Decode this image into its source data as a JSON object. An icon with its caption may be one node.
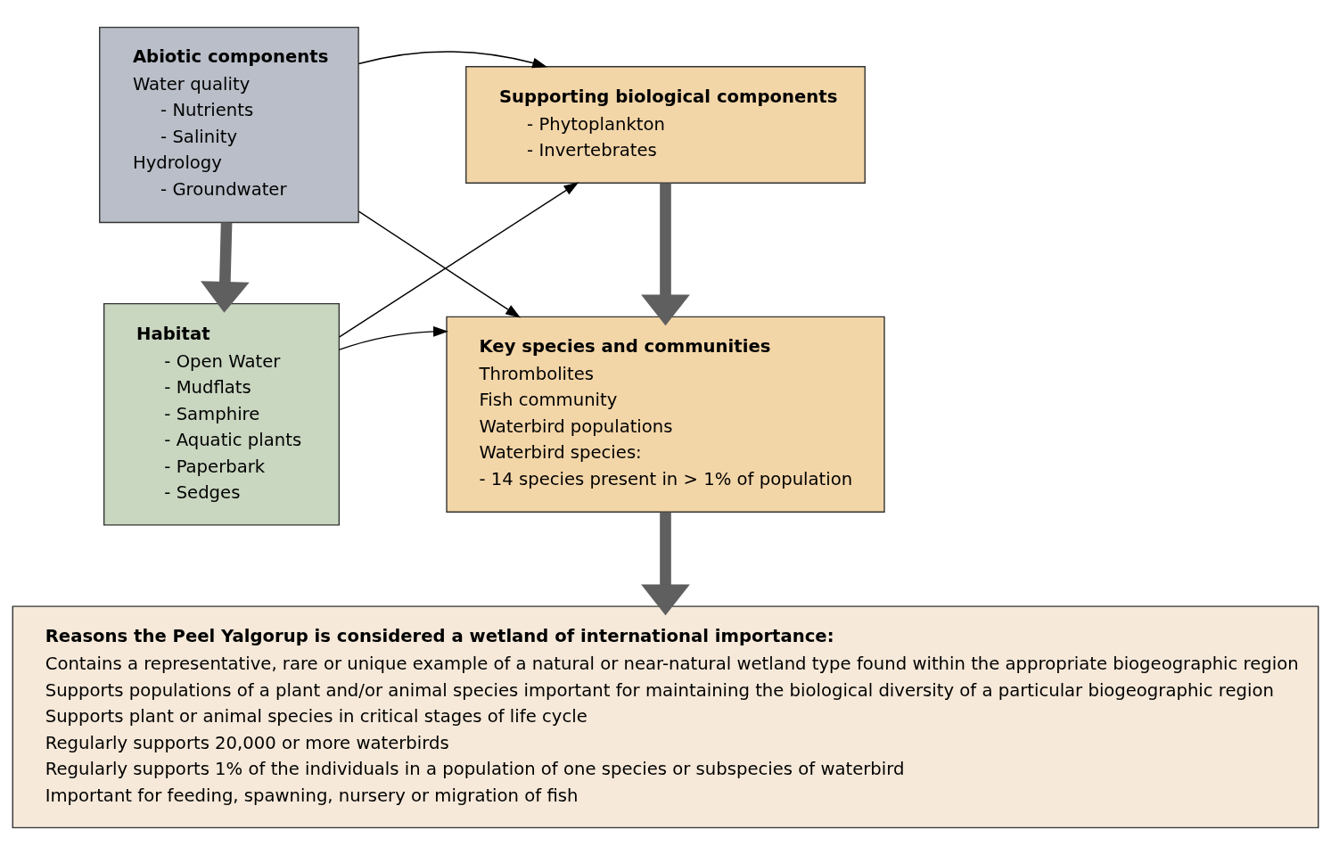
{
  "diagram": {
    "nodes": [
      {
        "text": [
          "Abiotic components",
          "Water quality",
          "- Nutrients",
          "- Salinity",
          "Hydrology",
          "- Groundwater"
        ]
      },
      {
        "text": [
          "Supporting biological components",
          "- Phytoplankton",
          "- Invertebrates"
        ]
      },
      {
        "text": [
          "Habitat",
          "- Open Water",
          "- Mudflats",
          "- Samphire",
          "- Aquatic plants",
          "- Paperbark",
          "- Sedges"
        ]
      },
      {
        "text": [
          "Key species and communities",
          "Thrombolites",
          "Fish community",
          "Waterbird populations",
          "Waterbird species:",
          "- 14 species present in > 1% of population"
        ]
      },
      {
        "text": [
          "Reasons the Peel Yalgorup is considered a wetland of international importance:",
          "Contains a representative, rare or unique example of a natural or near-natural wetland type found within the appropriate biogeographic region",
          "Supports populations of a plant and/or animal species important for maintaining the biological diversity of a particular biogeographic region",
          "Supports plant or animal species in critical stages of life cycle",
          "Regularly supports 20,000 or more waterbirds",
          "Regularly supports 1% of the individuals in a population of one species or subspecies of waterbird",
          "Important for feeding, spawning, nursery or migration of fish"
        ]
      }
    ],
    "edges": [
      {
        "from": 0,
        "to": 2,
        "arrow": "to",
        "style": "thick",
        "color": "#5f5f5f"
      },
      {
        "from": 0,
        "to": 1,
        "arrow": "to"
      },
      {
        "from": 0,
        "to": 3,
        "arrow": "to"
      },
      {
        "from": 2,
        "to": 1,
        "arrow": "to"
      },
      {
        "from": 2,
        "to": 3,
        "arrow": "to"
      },
      {
        "from": 1,
        "to": 3,
        "arrow": "to",
        "style": "thick",
        "color": "#5f5f5f"
      },
      {
        "from": 3,
        "to": 4,
        "arrow": "to",
        "style": "thick",
        "color": "#5f5f5f"
      }
    ]
  }
}
